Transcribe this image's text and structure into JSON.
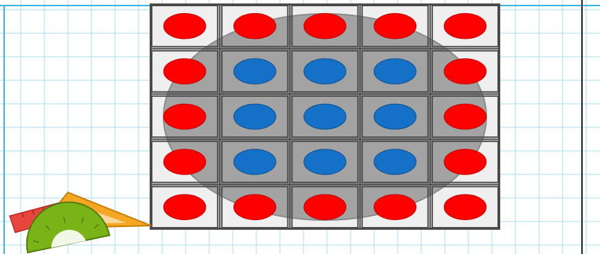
{
  "page": {
    "background": "#ffffff",
    "grid_line_color": "#a9dcf3",
    "frame_line_color": "#1a1a1a"
  },
  "figure": {
    "rows": 5,
    "cols": 5,
    "cell_fill": "#d6d6d6",
    "cell_border": "#4a4a4a",
    "ellipse_fill": "#a3a3a3",
    "dots": {
      "outer_color": "#ff0000",
      "inner_color": "#1570c8",
      "outer_count": 16,
      "inner_count": 9,
      "total_count": 25
    },
    "layout": [
      [
        "red",
        "red",
        "red",
        "red",
        "red"
      ],
      [
        "red",
        "blue",
        "blue",
        "blue",
        "red"
      ],
      [
        "red",
        "blue",
        "blue",
        "blue",
        "red"
      ],
      [
        "red",
        "blue",
        "blue",
        "blue",
        "red"
      ],
      [
        "red",
        "red",
        "red",
        "red",
        "red"
      ]
    ]
  },
  "decoration": {
    "icons": [
      "ruler-icon",
      "set-square-icon",
      "protractor-icon"
    ],
    "colors": {
      "ruler": "#e8453c",
      "set_square": "#f5a623",
      "protractor": "#7ab317"
    }
  }
}
